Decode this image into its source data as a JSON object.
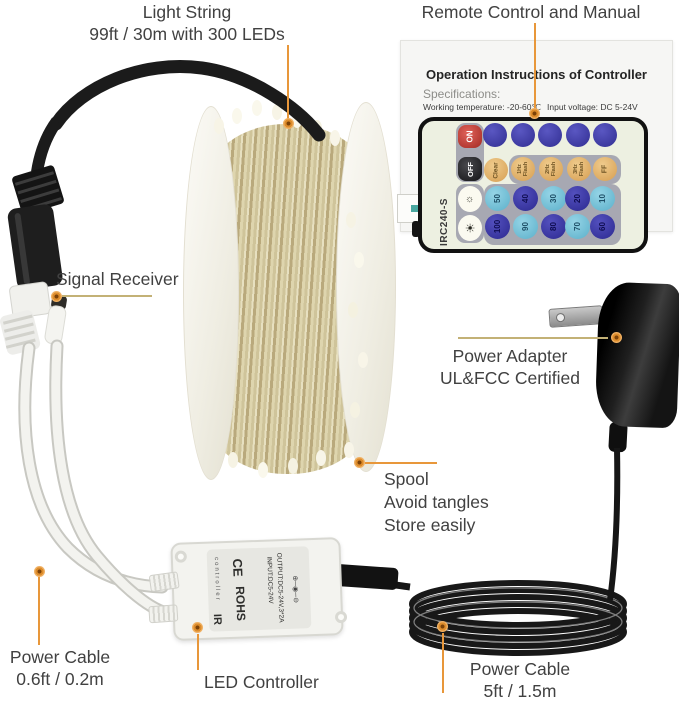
{
  "labels": {
    "light_string": {
      "line1": "Light String",
      "line2": "99ft / 30m with 300 LEDs"
    },
    "remote": "Remote Control and Manual",
    "signal_receiver": "Signal Receiver",
    "power_adapter": {
      "line1": "Power Adapter",
      "line2": "UL&FCC Certified"
    },
    "spool": {
      "line1": "Spool",
      "line2": "Avoid tangles",
      "line3": "Store easily"
    },
    "power_cable_short": {
      "line1": "Power Cable",
      "line2": "0.6ft / 0.2m"
    },
    "led_controller": "LED Controller",
    "power_cable_long": {
      "line1": "Power Cable",
      "line2": "5ft / 1.5m"
    }
  },
  "manual": {
    "title": "Operation Instructions of Controller",
    "specs_heading": "Specifications:",
    "working_temp": "Working temperature: -20-60℃",
    "input_voltage": "Input voltage: DC 5-24V"
  },
  "remote": {
    "model": "IRC240-S",
    "on": "ON",
    "off": "OFF",
    "clear": "Clear",
    "flash_buttons": [
      {
        "l1": "1Hz",
        "l2": "Flash"
      },
      {
        "l1": "2Hz",
        "l2": "Flash"
      },
      {
        "l1": "3Hz",
        "l2": "Flash"
      },
      {
        "l1": "FF",
        "l2": ""
      }
    ],
    "row1_numbers": [
      "50",
      "40",
      "30",
      "20",
      "10"
    ],
    "row2_numbers": [
      "100",
      "90",
      "80",
      "70",
      "60"
    ]
  },
  "controller": {
    "side_label": "controller",
    "ce": "CE",
    "rohs": "ROHS",
    "ir": "IR",
    "input": "INPUT:DC5-24V",
    "output": "OUTPUT:DC5-24V,3*2A"
  },
  "icons": {
    "brightness_low": "☼",
    "brightness_high": "☀",
    "polarity": "⊕─◉─⊖"
  },
  "colors": {
    "leader_line": "#e8973a",
    "leader_line_tan": "#c3b176",
    "remote_face": "#edf0e1",
    "button_dark_blue": "#3a37a2",
    "button_light_blue": "#7cc4da",
    "button_tan": "#e3b06a",
    "button_on_red": "#c53a32",
    "wire_champagne": "#d5c99e"
  }
}
